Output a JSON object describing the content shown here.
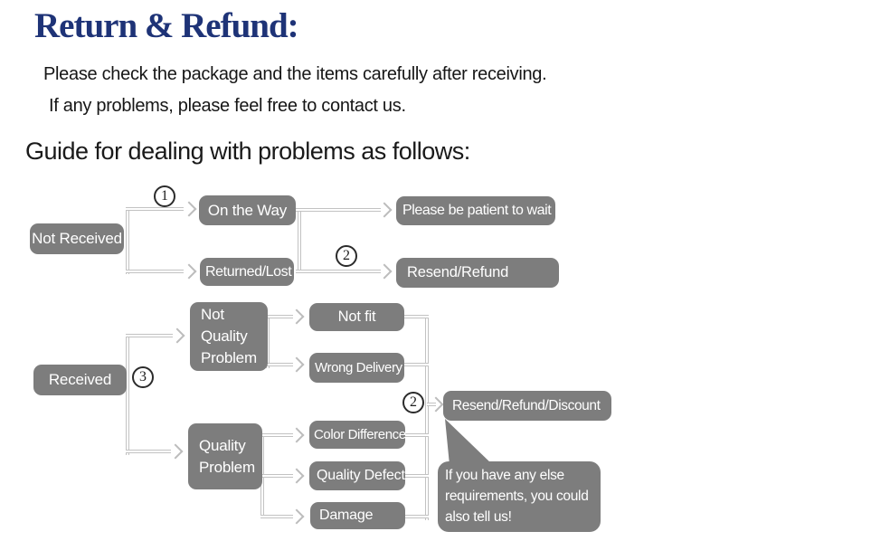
{
  "header": {
    "title": "Return & Refund:",
    "intro_line1": "Please check the package and the items carefully after receiving.",
    "intro_line2": "If any problems, please feel free to contact us.",
    "guide_heading": "Guide for dealing with problems as follows:"
  },
  "colors": {
    "title_navy": "#1e3377",
    "node_gray": "#7d7d7d",
    "connector_gray": "#c2c2c2",
    "node_text": "#ffffff"
  },
  "markers": {
    "one": "1",
    "two": "2",
    "three": "3"
  },
  "flow": {
    "nodes": {
      "not_received": "Not Received",
      "on_the_way": "On the Way",
      "returned_lost": "Returned/Lost",
      "please_wait": "Please be patient to wait",
      "resend_refund": "Resend/Refund",
      "received": "Received",
      "not_quality_problem": "Not Quality Problem",
      "not_fit": "Not fit",
      "wrong_delivery": "Wrong Delivery",
      "quality_problem": "Quality Problem",
      "color_difference": "Color Difference",
      "quality_defect": "Quality Defect",
      "damage": "Damage",
      "resend_refund_discount": "Resend/Refund/Discount"
    },
    "note_bubble": "If you have any else requirements, you could also tell us!"
  }
}
